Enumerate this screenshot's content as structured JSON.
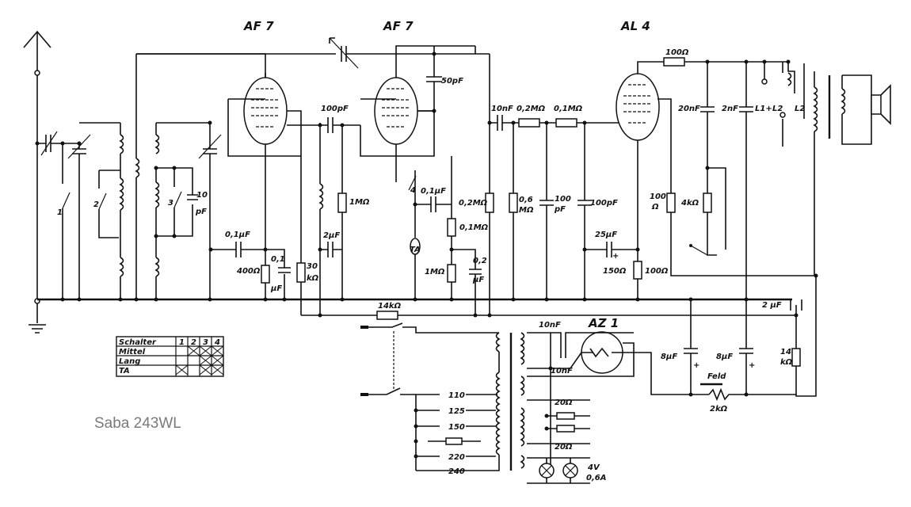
{
  "title": "Saba 243WL",
  "tubes": {
    "af7_1": "AF 7",
    "af7_2": "AF 7",
    "al4": "AL 4",
    "az1": "AZ 1"
  },
  "switch_labels": [
    "1",
    "2",
    "3",
    "4"
  ],
  "components": {
    "c_50pf": "50pF",
    "c_100pf_a": "100pF",
    "c_10nf_a": "10nF",
    "r_02m_a": "0,2MΩ",
    "r_01m_a": "0,1MΩ",
    "r_100": "100Ω",
    "c_20nf": "20nF",
    "c_2nf": "2nF",
    "l1": "L1+",
    "l2_a": "L2",
    "l2_b": "L2",
    "c_10pf_num": "10",
    "c_10pf_unit": "pF",
    "c_01uf_a": "0,1µF",
    "r_400": "400Ω",
    "c_01uf_b_num": "0,1",
    "c_01uf_b_unit": "µF",
    "r_30k_num": "30",
    "r_30k_unit": "kΩ",
    "c_2uf_a": "2µF",
    "r_1m_a": "1MΩ",
    "c_01uf_c": "0,1µF",
    "r_02m_b": "0,2MΩ",
    "r_01m_b": "0,1MΩ",
    "r_1m_b": "1MΩ",
    "c_02uf_num": "0,2",
    "c_02uf_unit": "µF",
    "ta": "TA",
    "r_06m_num": "0,6",
    "r_06m_unit": "MΩ",
    "c_100pf_b_num": "100",
    "c_100pf_b_unit": "pF",
    "c_100pf_c": "100pF",
    "c_25uf": "25µF",
    "r_150": "150Ω",
    "r_100b": "100Ω",
    "r_100c_num": "100",
    "r_100c_unit": "Ω",
    "r_4k": "4kΩ",
    "r_14k": "14kΩ",
    "c_2uf_b": "2 µF",
    "c_10nf_b": "10nF",
    "c_10nf_c": "10nF",
    "c_8uf_a": "8µF",
    "c_8uf_b": "8µF",
    "r_14k_b_num": "14",
    "r_14k_b_unit": "kΩ",
    "feld": "Feld",
    "r_2k": "2kΩ",
    "r_20_a": "20Ω",
    "r_20_b": "20Ω",
    "lamp": "4V",
    "lamp_current": "0,6A",
    "taps": [
      "110",
      "125",
      "150",
      "220",
      "240"
    ]
  },
  "switch_table": {
    "header": [
      "Schalter",
      "1",
      "2",
      "3",
      "4"
    ],
    "rows": [
      {
        "label": "Mittel",
        "marks": [
          false,
          true,
          true,
          true
        ]
      },
      {
        "label": "Lang",
        "marks": [
          false,
          false,
          true,
          true
        ]
      },
      {
        "label": "TA",
        "marks": [
          true,
          false,
          true,
          true
        ]
      }
    ]
  }
}
